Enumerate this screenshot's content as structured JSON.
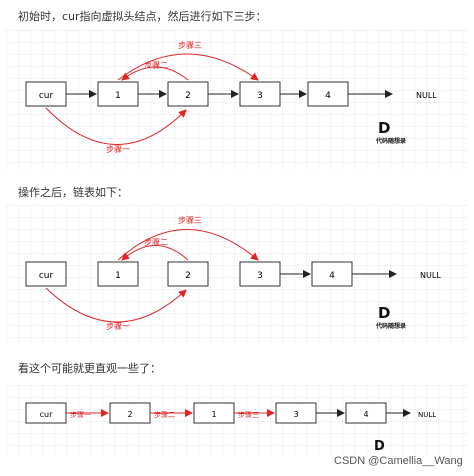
{
  "captions": {
    "initial": "初始时，cur指向虚拟头结点，然后进行如下三步：",
    "after": "操作之后，链表如下：",
    "intuitive": "看这个可能就更直观一些了："
  },
  "nodes": {
    "cur": "cur",
    "one": "1",
    "two": "2",
    "three": "3",
    "four": "4",
    "null": "NULL"
  },
  "steps": {
    "one": "步骤一",
    "two": "步骤二",
    "three": "步骤三"
  },
  "logo": {
    "mark": "D",
    "text": "代码随想录"
  },
  "watermark": "CSDN @Camellia__Wang",
  "colors": {
    "arrow": "#e02424",
    "grid": "#d9e4ef",
    "node_border": "#333333"
  }
}
